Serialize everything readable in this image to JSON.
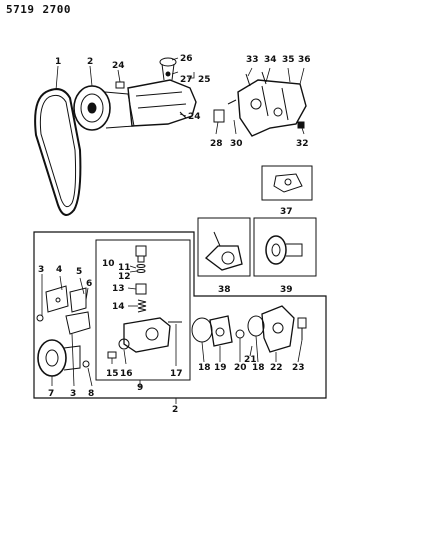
{
  "header": {
    "code_a": "5719",
    "code_b": "2700"
  },
  "callouts": {
    "c1": "1",
    "c2": "2",
    "c3": "3",
    "c4": "4",
    "c5": "5",
    "c6": "6",
    "c7": "7",
    "c8": "8",
    "c9": "9",
    "c10": "10",
    "c11": "11",
    "c12": "12",
    "c13": "13",
    "c14": "14",
    "c15": "15",
    "c16": "16",
    "c17": "17",
    "c18": "18",
    "c19": "19",
    "c20": "20",
    "c21": "21",
    "c22": "22",
    "c23": "23",
    "c24": "24",
    "c25": "25",
    "c26": "26",
    "c27": "27",
    "c28": "28",
    "c30": "30",
    "c32": "32",
    "c33": "33",
    "c34": "34",
    "c35": "35",
    "c36": "36",
    "c37": "37",
    "c38": "38",
    "c39": "39"
  }
}
